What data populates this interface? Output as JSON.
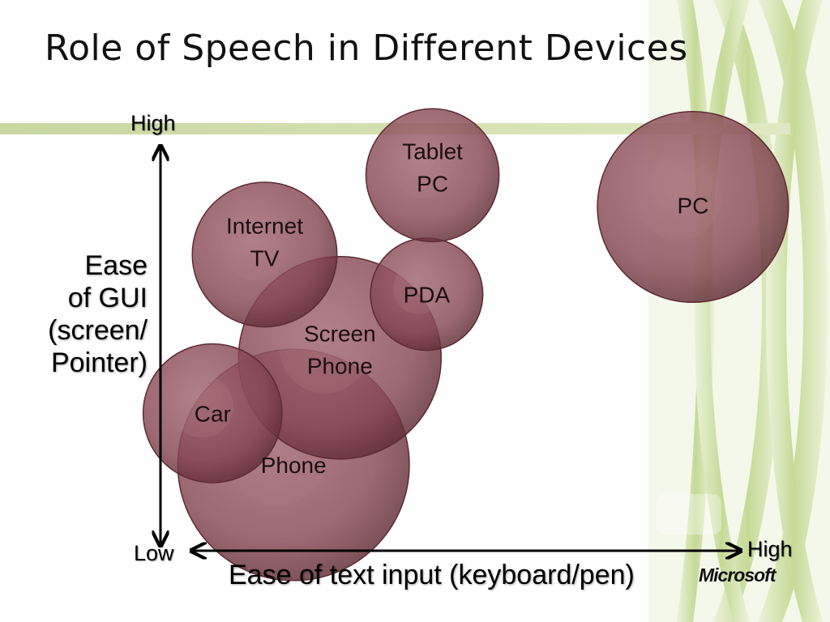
{
  "slide": {
    "title": "Role of Speech in Different Devices",
    "logo_text": "Microsoft"
  },
  "y_axis": {
    "high_label": "High",
    "low_label": "Low",
    "title_lines": [
      "Ease",
      "of GUI",
      "(screen/",
      "Pointer)"
    ]
  },
  "x_axis": {
    "high_label": "High",
    "title": "Ease of text input (keyboard/pen)"
  },
  "colors": {
    "bubble_fill": "#8a4a55",
    "bubble_dark": "#5e2a33",
    "accent_green": "#a5c95a",
    "band_green": "#c6d69a"
  },
  "chart_data": {
    "type": "bubble",
    "title": "Role of Speech in Different Devices",
    "xlabel": "Ease of text input (keyboard/pen)",
    "ylabel": "Ease of GUI (screen/ Pointer)",
    "x_ticks": [
      "Low",
      "High"
    ],
    "y_ticks": [
      "Low",
      "High"
    ],
    "xlim": [
      0,
      10
    ],
    "ylim": [
      0,
      10
    ],
    "points": [
      {
        "lines": [
          "Phone"
        ],
        "x": 2.3,
        "y": 2.0,
        "size": 2.0
      },
      {
        "lines": [
          "Screen",
          "Phone"
        ],
        "x": 3.1,
        "y": 4.7,
        "size": 1.75
      },
      {
        "lines": [
          "Car"
        ],
        "x": 0.9,
        "y": 3.3,
        "size": 1.2
      },
      {
        "lines": [
          "Internet",
          "TV"
        ],
        "x": 1.8,
        "y": 7.3,
        "size": 1.25
      },
      {
        "lines": [
          "PDA"
        ],
        "x": 4.6,
        "y": 6.3,
        "size": 0.97
      },
      {
        "lines": [
          "Tablet",
          "PC"
        ],
        "x": 4.7,
        "y": 9.3,
        "size": 1.15
      },
      {
        "lines": [
          "PC"
        ],
        "x": 9.2,
        "y": 8.5,
        "size": 1.65
      }
    ]
  }
}
